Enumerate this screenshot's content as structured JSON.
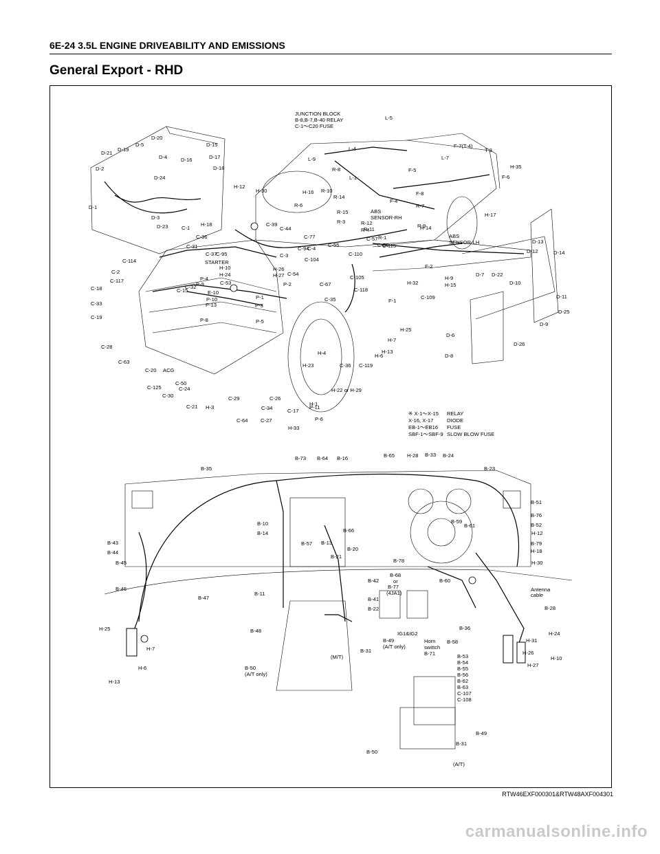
{
  "header": {
    "text": "6E-24  3.5L ENGINE DRIVEABILITY AND EMISSIONS"
  },
  "title": "General Export - RHD",
  "figure_code": "RTW46EXF000301&RTW48AXF004301",
  "watermark": "carmanualsonline.info",
  "legend": [
    {
      "mark": "※ X-1～X-15",
      "desc": "RELAY"
    },
    {
      "mark": "X-16, X-17",
      "desc": "DIODE"
    },
    {
      "mark": "EB-1～EB16",
      "desc": "FUSE"
    },
    {
      "mark": "SBF-1～SBF-9",
      "desc": "SLOW BLOW FUSE"
    }
  ],
  "vehicle_labels": [
    "JUNCTION BLOCK",
    "B-8,B-7,B-40 RELAY",
    "C-1～C20 FUSE",
    "L-5",
    "L-4",
    "L-9",
    "L-1",
    "R-8",
    "R-10",
    "R-14",
    "R-6",
    "R-15",
    "R-3",
    "R-12",
    "R-4",
    "R-11",
    "R-1",
    "R-9",
    "R-7",
    "F-7(T-4)",
    "T-3",
    "F-5",
    "L-7",
    "F-8",
    "F-4",
    "F-6",
    "F-2",
    "F-1",
    "H-35",
    "H-17",
    "H-14",
    "H-9",
    "H-15",
    "ABS",
    "SENSOR-RH",
    "ABS",
    "SENSOR-LH",
    "D-20",
    "D-5",
    "D-19",
    "D-21",
    "D-4",
    "D-16",
    "D-15",
    "D-17",
    "D-18",
    "D-2",
    "D-24",
    "D-1",
    "D-3",
    "D-23",
    "D-13",
    "D-14",
    "D-12",
    "D-11",
    "D-7",
    "D-22",
    "D-10",
    "D-25",
    "D-9",
    "D-26",
    "D-6",
    "D-8",
    "H-12",
    "H-30",
    "H-16",
    "H-18",
    "C-1",
    "C-39",
    "C-44",
    "C-77",
    "C-36",
    "C-94",
    "C-4",
    "C-55",
    "C-57",
    "C-56",
    "C-115",
    "C-31",
    "C-37",
    "C-95",
    "C-3",
    "C-104",
    "C-110",
    "C-114",
    "STARTER",
    "H-10",
    "H-24",
    "H-26",
    "H-27",
    "C-54",
    "C-2",
    "C-117",
    "C-18",
    "C-33",
    "C-19",
    "C-28",
    "C-63",
    "P-4",
    "C-53",
    "C-32",
    "P-9",
    "C-15",
    "E-10",
    "P-10",
    "P-13",
    "P-1",
    "P-3",
    "P-2",
    "C-67",
    "C-105",
    "C-118",
    "C-35",
    "C-109",
    "H-32",
    "H-25",
    "H-7",
    "H-13",
    "H-6",
    "P-8",
    "P-5",
    "H-4",
    "H-23",
    "C-36",
    "C-119",
    "H-22 or H-29",
    "C-20",
    "ACG",
    "C-50",
    "C-125",
    "C-24",
    "C-30",
    "C-21",
    "H-3",
    "C-29",
    "C-26",
    "C-34",
    "C-17",
    "P-11",
    "H-1",
    "P-6",
    "C-64",
    "C-27",
    "H-33"
  ],
  "dash_labels": [
    "B-35",
    "B-73",
    "B-64",
    "B-16",
    "B-65",
    "H-28",
    "B-33",
    "B-24",
    "B-23",
    "B-51",
    "B-76",
    "B-52",
    "H-12",
    "B-79",
    "H-18",
    "H-30",
    "Antenna",
    "cable",
    "B-28",
    "H-24",
    "H-31",
    "H-26",
    "H-27",
    "H-10",
    "B-10",
    "B-14",
    "B-66",
    "B-57",
    "B-13",
    "B-20",
    "B-21",
    "B-59",
    "B-61",
    "B-78",
    "B-68",
    "or",
    "B-77",
    "(4JA1)",
    "B-42",
    "B-60",
    "B-43",
    "B-44",
    "B-45",
    "B-46",
    "B-47",
    "B-11",
    "B-41",
    "B-22",
    "B-48",
    "B-31",
    "B-49",
    "(A/T only)",
    "IG1&IG2",
    "Horn",
    "swittch",
    "B-71",
    "B-36",
    "B-58",
    "B-53",
    "B-54",
    "B-55",
    "B-56",
    "B-62",
    "B-63",
    "C-107",
    "C-108",
    "H-25",
    "H-7",
    "H-6",
    "H-13",
    "B-50",
    "(A/T only)",
    "(M/T)",
    "B-49",
    "B-31",
    "B-50",
    "(A/T)"
  ]
}
